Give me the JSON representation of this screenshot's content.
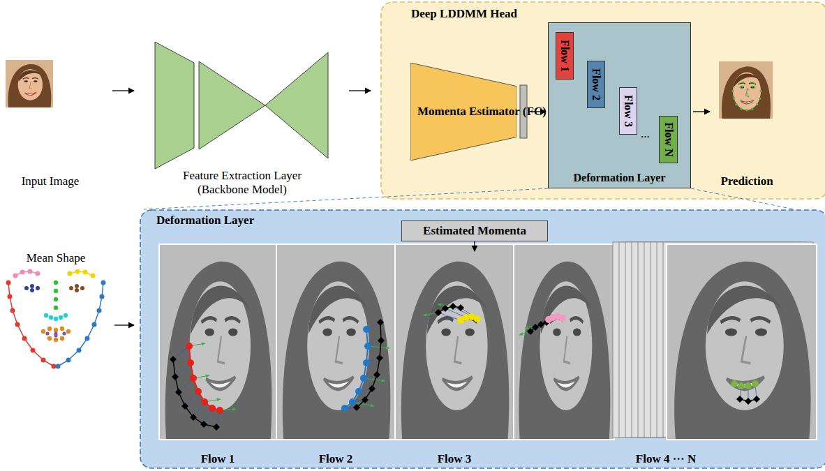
{
  "diagram": {
    "nodes": [
      {
        "text": [
          "Input Image"
        ]
      },
      {
        "text": [
          "Feature Extraction Layer (Backbone Model)"
        ]
      },
      {
        "text": [
          "Deep LDDMM Head"
        ]
      },
      {
        "text": [
          "Momenta Estimator (FC)"
        ],
        "in": 2
      },
      {
        "text": [
          "Deformation Layer"
        ],
        "in": 2
      },
      {
        "text": [
          "Flow 1"
        ],
        "in": 4
      },
      {
        "text": [
          "Flow 2"
        ],
        "in": 4
      },
      {
        "text": [
          "Flow 3"
        ],
        "in": 4
      },
      {
        "text": [
          "Flow N"
        ],
        "in": 4
      },
      {
        "text": [
          "Prediction"
        ],
        "in": 2
      },
      {
        "text": [
          "Mean Shape"
        ]
      },
      {
        "text": [
          "Deformation Layer"
        ]
      },
      {
        "text": [
          "Estimated Momenta"
        ],
        "in": 11
      },
      {
        "text": [
          "Flow 1"
        ],
        "in": 11
      },
      {
        "text": [
          "Flow 2"
        ],
        "in": 11
      },
      {
        "text": [
          "Flow 3"
        ],
        "in": 11
      },
      {
        "text": [
          "Flow 4 ··· N"
        ],
        "in": 11
      }
    ],
    "edges": [
      {
        "from": 0,
        "to": 1,
        "arrow": "to"
      },
      {
        "from": 1,
        "to": 2,
        "arrow": "to"
      },
      {
        "from": 3,
        "to": 4,
        "arrow": "to"
      },
      {
        "from": 4,
        "to": 9,
        "arrow": "to"
      },
      {
        "from": 4,
        "to": 11,
        "arrow": "none"
      },
      {
        "from": 4,
        "to": 11,
        "arrow": "none"
      },
      {
        "from": 10,
        "to": 11,
        "arrow": "to"
      },
      {
        "from": 12,
        "to": 15,
        "arrow": "to"
      }
    ],
    "labels": [
      "..."
    ]
  }
}
